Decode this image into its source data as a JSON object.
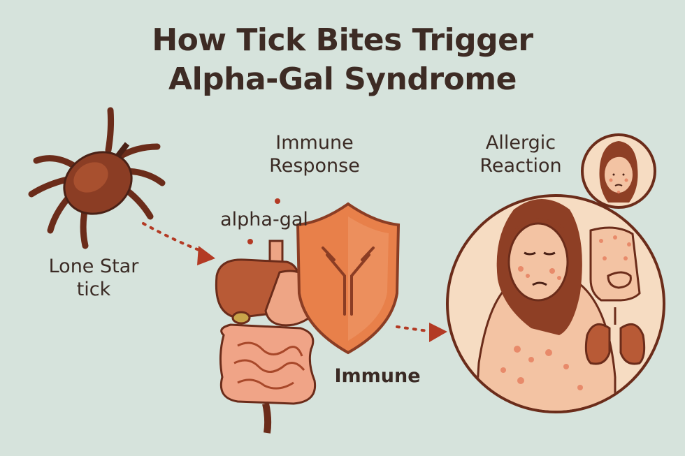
{
  "title": {
    "line1": "How Tick Bites Trigger",
    "line2": "Alpha-Gal Syndrome"
  },
  "labels": {
    "tick_line1": "Lone Star",
    "tick_line2": "tick",
    "alpha_gal": "alpha-gal",
    "immune_response_line1": "Immune",
    "immune_response_line2": "Response",
    "immune": "Immune",
    "allergic_line1": "Allergic",
    "allergic_line2": "Reaction"
  },
  "icons": [
    "tick-icon",
    "digestive-system-icon",
    "antibody-shield-icon",
    "person-with-rash-icon",
    "lungs-icon",
    "stomach-icon"
  ],
  "colors": {
    "background": "#d6e3dc",
    "tick": "#8b3d24",
    "organ": "#d2764e",
    "shield": "#e8804a",
    "skin": "#f6d2b4",
    "rash": "#e88a6a",
    "arrow": "#b33a24"
  }
}
